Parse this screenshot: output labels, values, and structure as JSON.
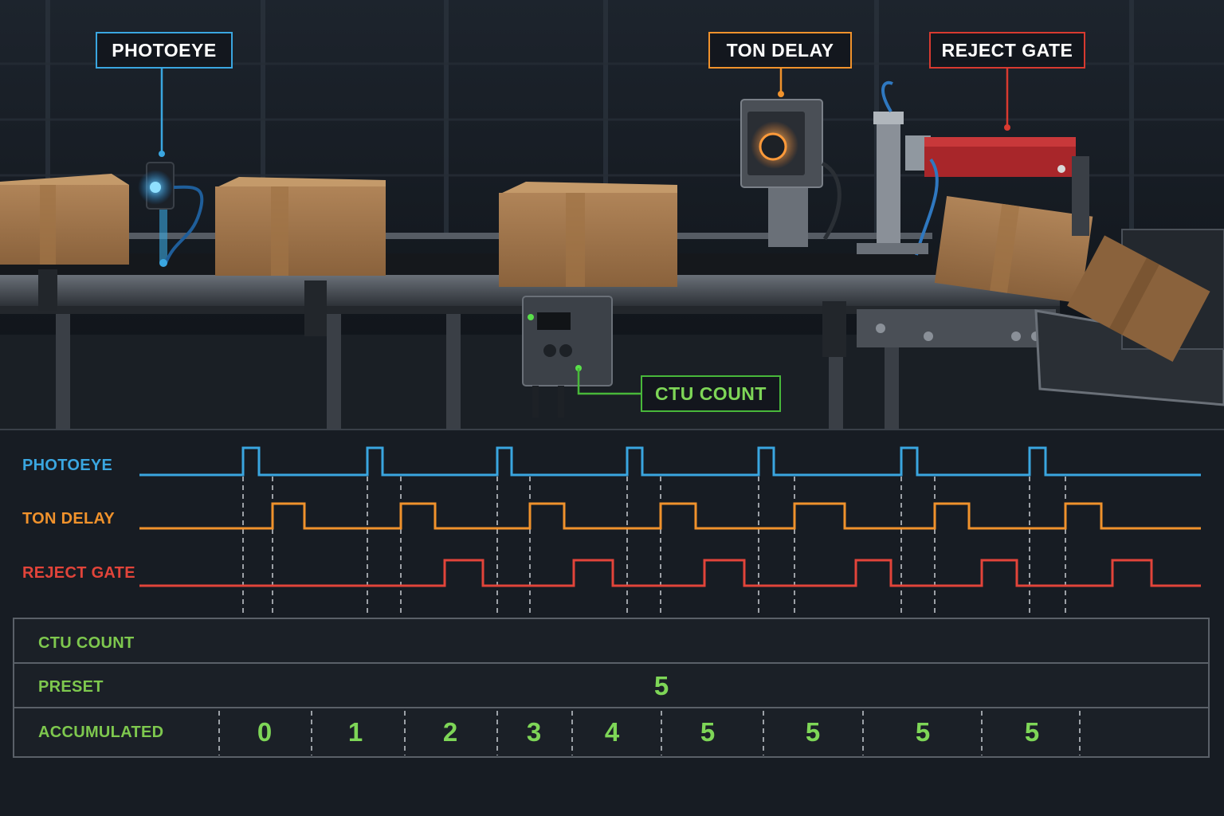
{
  "callouts": {
    "photoeye": "PHOTOEYE",
    "ton_delay": "TON DELAY",
    "reject_gate": "REJECT GATE",
    "ctu_count": "CTU COUNT"
  },
  "signals": [
    {
      "name": "PHOTOEYE",
      "color": "#3aa6e0"
    },
    {
      "name": "TON DELAY",
      "color": "#f0922c"
    },
    {
      "name": "REJECT GATE",
      "color": "#e2443a"
    }
  ],
  "counter_table": {
    "title": "CTU COUNT",
    "preset_label": "PRESET",
    "preset_value": "5",
    "accumulated_label": "ACCUMULATED",
    "accumulated": [
      "0",
      "1",
      "2",
      "3",
      "4",
      "5",
      "5",
      "5",
      "5"
    ]
  },
  "colors": {
    "photoeye": "#3aa6e0",
    "ton_delay": "#f0922c",
    "reject_gate": "#d83a30",
    "ctu": "#48b83a",
    "text_green": "#7ed657"
  }
}
